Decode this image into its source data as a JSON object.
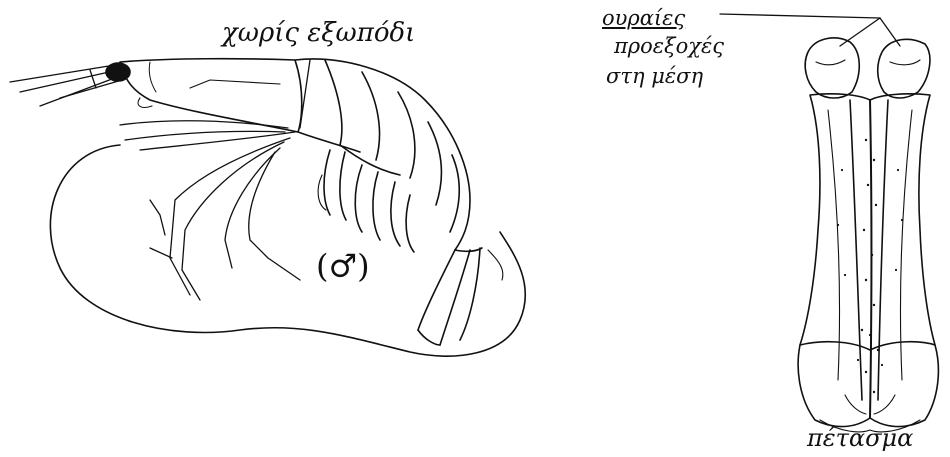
{
  "labels": {
    "exopod": "χωρίς εξωπόδι",
    "tail_line1": "ουραίες",
    "tail_line2": "προεξοχές",
    "tail_line3": "στη μέση",
    "petasma": "πέτασμα",
    "sex": "(♂)"
  }
}
